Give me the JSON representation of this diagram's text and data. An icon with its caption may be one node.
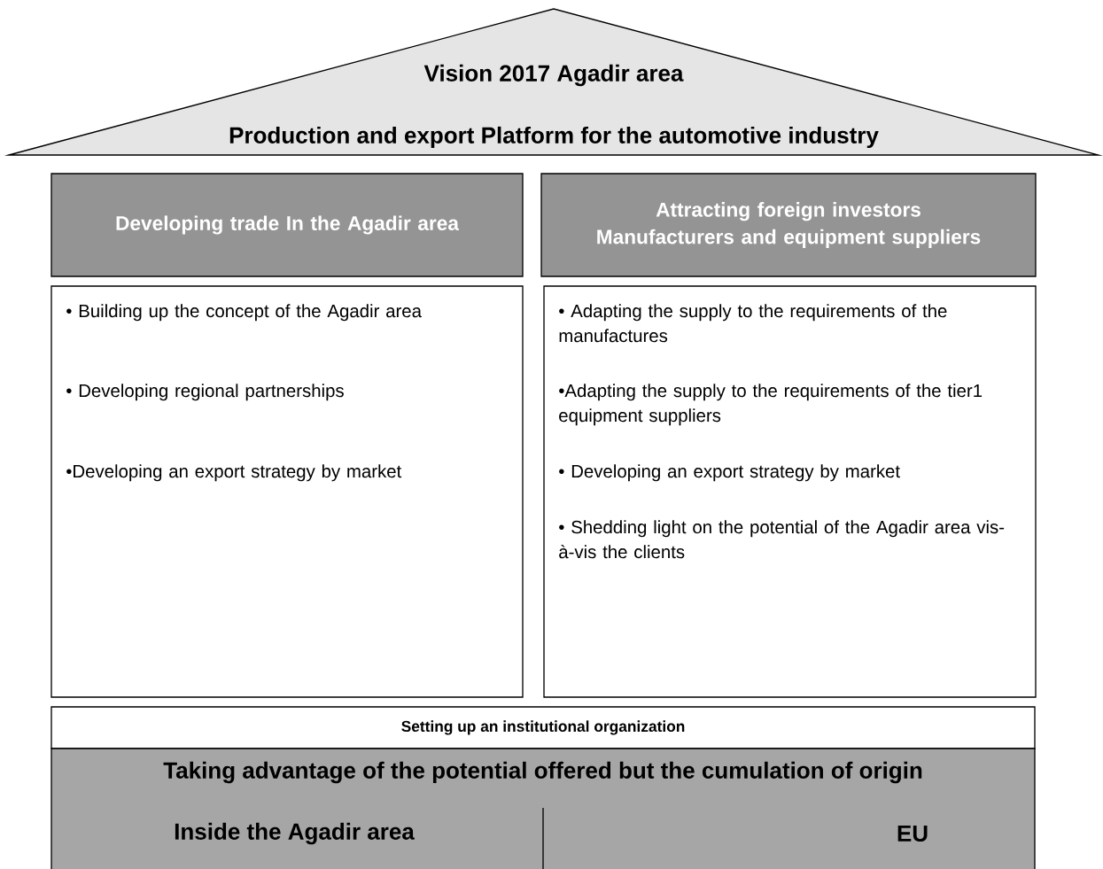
{
  "diagram": {
    "nodes": [
      {
        "text": [
          "Vision 2017 Agadir area",
          "Production and export Platform for the automotive industry"
        ]
      },
      {
        "text": [
          "Developing trade In the Agadir area"
        ]
      },
      {
        "text": [
          "Attracting foreign investors Manufacturers and equipment suppliers"
        ]
      },
      {
        "text": [
          "• Building up the concept of the Agadir area",
          "• Developing regional partnerships",
          "•Developing an export strategy by market"
        ]
      },
      {
        "text": [
          "• Adapting the supply to the requirements of the manufactures",
          "•Adapting the supply to the requirements of the tier1 equipment suppliers",
          "• Developing an export strategy by market",
          "• Shedding light on the potential of the Agadir area vis-à-vis the clients"
        ]
      },
      {
        "text": [
          "Setting up an institutional organization"
        ]
      },
      {
        "text": [
          "Taking advantage of the potential offered but the cumulation of origin",
          "Inside the Agadir area",
          "EU"
        ]
      }
    ]
  }
}
